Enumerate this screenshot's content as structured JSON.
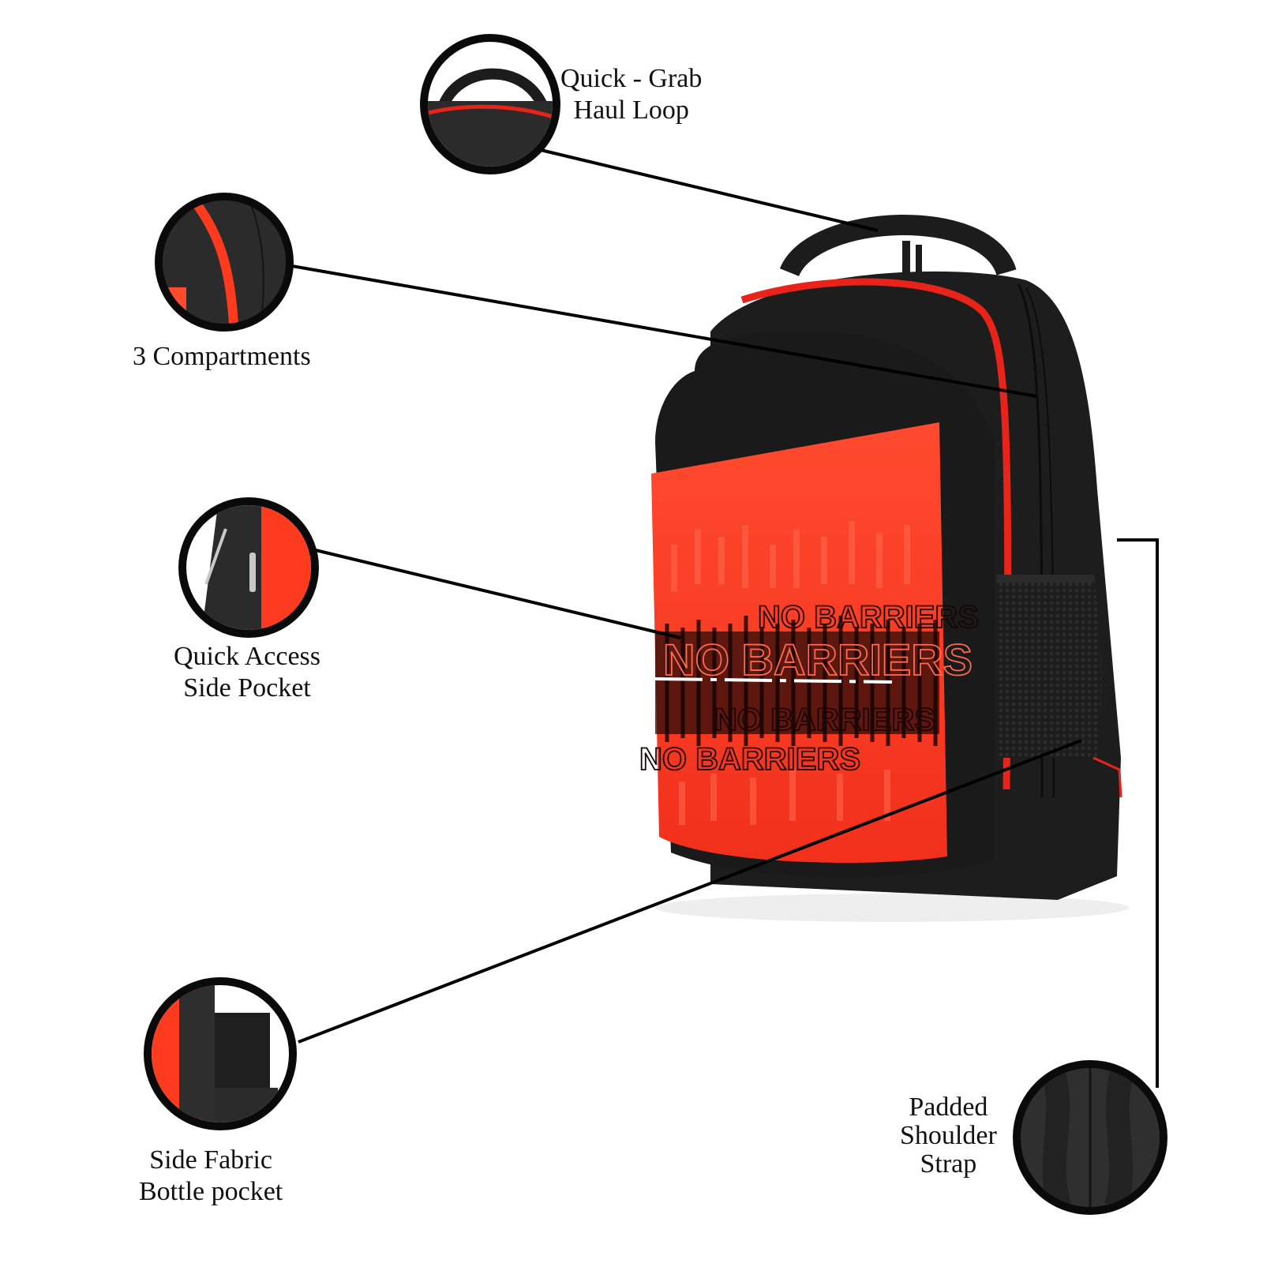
{
  "features": [
    {
      "id": "haul-loop",
      "lines": [
        "Quick - Grab",
        "Haul Loop"
      ]
    },
    {
      "id": "compartments",
      "lines": [
        "3 Compartments"
      ]
    },
    {
      "id": "side-pocket",
      "lines": [
        "Quick Access",
        "Side Pocket"
      ]
    },
    {
      "id": "bottle-pocket",
      "lines": [
        "Side Fabric",
        "Bottle pocket"
      ]
    },
    {
      "id": "shoulder-strap",
      "lines": [
        "Padded",
        "Shoulder",
        "Strap"
      ]
    }
  ],
  "product": {
    "print_text": "NO BARRIERS",
    "colors": {
      "primary": "#1c1c1c",
      "accent": "#ff3b1f",
      "zip": "#e8231a"
    }
  }
}
